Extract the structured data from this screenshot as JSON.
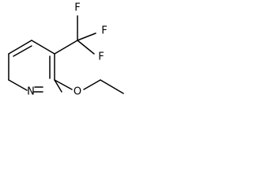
{
  "molecule": {
    "atoms": {
      "ring_nitrogen": "N",
      "ether_oxygen": "O",
      "fluorine_top": "F",
      "fluorine_right_upper": "F",
      "fluorine_right_lower": "F"
    }
  }
}
